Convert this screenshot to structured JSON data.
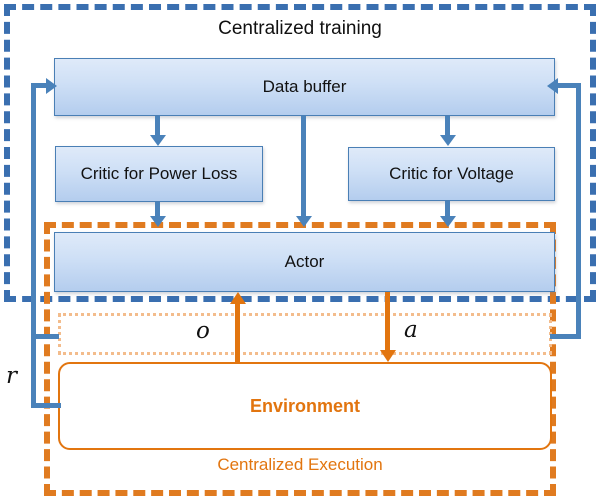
{
  "diagram": {
    "regions": {
      "training": {
        "title": "Centralized training",
        "border_color": "#3a6fb0",
        "border_style": "dashed"
      },
      "execution": {
        "title": "Centralized Execution",
        "border_color": "#e07b20",
        "border_style": "dashed"
      },
      "observation_band": {
        "border_color": "#f3bc8c",
        "border_style": "dotted"
      }
    },
    "nodes": [
      {
        "id": "data-buffer",
        "label": "Data buffer",
        "fill": "#cfe0f6",
        "stroke": "#4a7fb5",
        "text_color": "#111111"
      },
      {
        "id": "critic-power",
        "label": "Critic for Power Loss",
        "fill": "#cfe0f6",
        "stroke": "#4a7fb5",
        "text_color": "#111111"
      },
      {
        "id": "critic-voltage",
        "label": "Critic for Voltage",
        "fill": "#cfe0f6",
        "stroke": "#4a7fb5",
        "text_color": "#111111"
      },
      {
        "id": "actor",
        "label": "Actor",
        "fill": "#cfe0f6",
        "stroke": "#4a7fb5",
        "text_color": "#111111"
      },
      {
        "id": "environment",
        "label": "Environment",
        "fill": "#ffffff",
        "stroke": "#e2750f",
        "text_color": "#e2750f"
      }
    ],
    "edge_labels": {
      "observation": "o",
      "action": "a",
      "reward": "r"
    },
    "colors": {
      "blue_line": "#4a82ba",
      "orange_line": "#e2750f",
      "blue_dashed": "#3a6fb0",
      "orange_dashed": "#e07b20",
      "orange_dotted": "#f3bc8c"
    }
  }
}
